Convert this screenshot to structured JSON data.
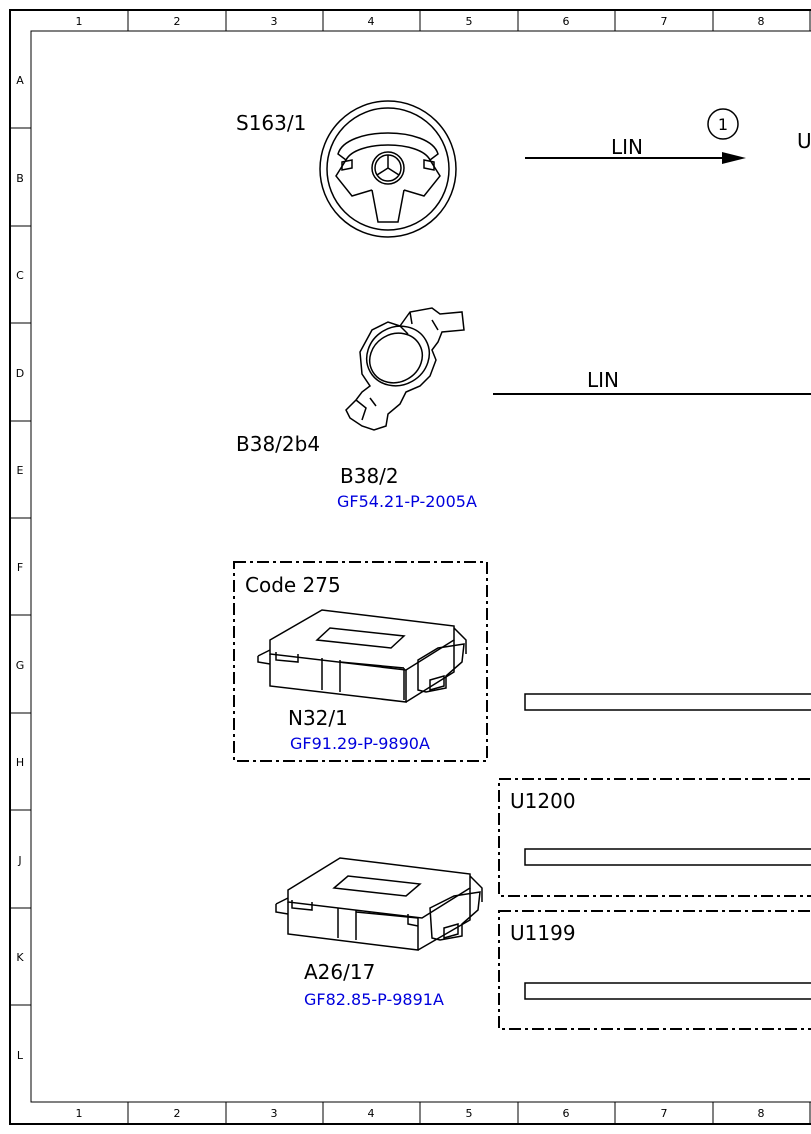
{
  "grid": {
    "columns": [
      "1",
      "2",
      "3",
      "4",
      "5",
      "6",
      "7",
      "8"
    ],
    "rows": [
      "A",
      "B",
      "C",
      "D",
      "E",
      "F",
      "G",
      "H",
      "J",
      "K",
      "L"
    ]
  },
  "components": {
    "steering_wheel": {
      "label": "S163/1"
    },
    "rain_sensor": {
      "label": "B38/2b4",
      "group_label": "B38/2",
      "ref": "GF54.21-P-2005A"
    },
    "n32": {
      "code": "Code 275",
      "label": "N32/1",
      "ref": "GF91.29-P-9890A"
    },
    "a26": {
      "label": "A26/17",
      "ref": "GF82.85-P-9891A"
    }
  },
  "connections": {
    "lin_top": {
      "label": "LIN",
      "marker": "1",
      "cut_label": "U"
    },
    "lin_mid": {
      "label": "LIN"
    }
  },
  "variants": {
    "u1200": {
      "label": "U1200"
    },
    "u1199": {
      "label": "U1199"
    }
  }
}
